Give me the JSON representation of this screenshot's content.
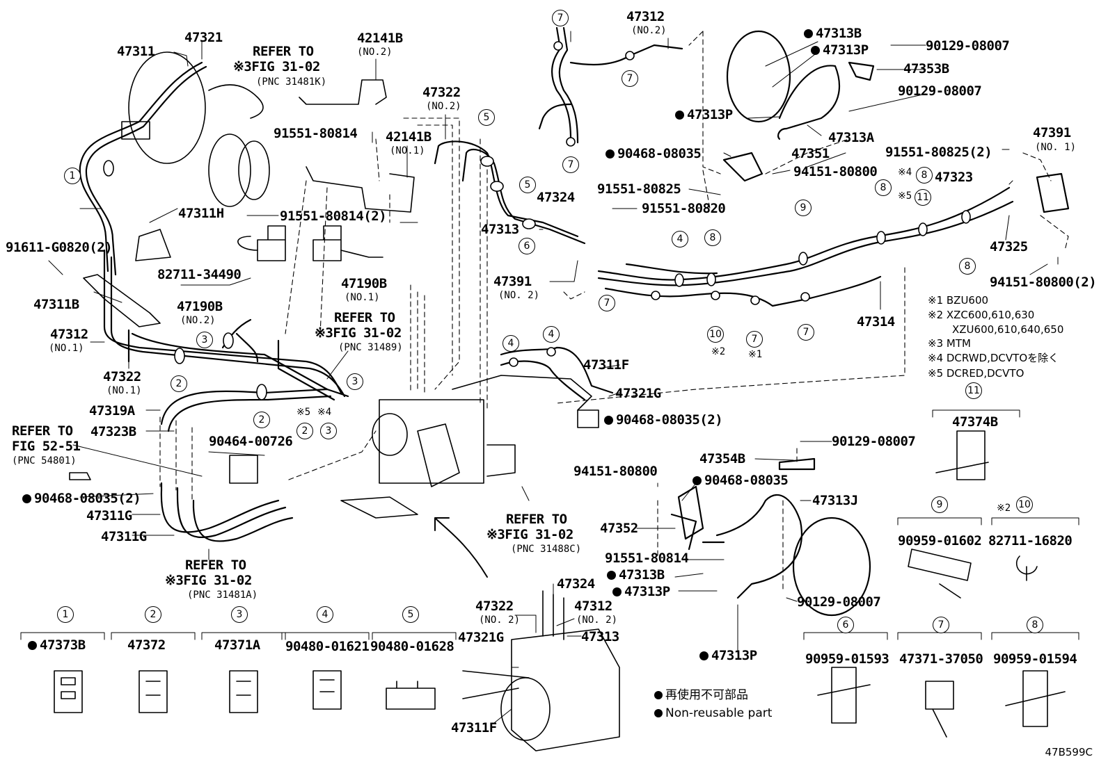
{
  "legend": {
    "mark_ja": "再使用不可部品",
    "mark_en": "Non-reusable part"
  },
  "diagram_code": "47B599C",
  "notes": {
    "n1": "※1 BZU600",
    "n2a": "※2 XZC600,610,630",
    "n2b": "XZU600,610,640,650",
    "n3": "※3 MTM",
    "n4": "※4 DCRWD,DCVTOを除く",
    "n5": "※5 DCRED,DCVTO"
  },
  "labels": {
    "p47311": "47311",
    "p47321": "47321",
    "p42141b": "42141B",
    "no2_a": "(NO.2)",
    "p47322_top": "47322",
    "no2_b": "(NO.2)",
    "p47312_top": "47312",
    "no2_c": "(NO.2)",
    "p47313b_top": "47313B",
    "p47313p_top": "47313P",
    "p90129_a": "90129-08007",
    "p47353b": "47353B",
    "p90129_b": "90129-08007",
    "p47313p_mid": "47313P",
    "p47313a": "47313A",
    "p91551_80814_a": "91551-80814",
    "p42141b_no1": "42141B",
    "no1_a": "(NO.1)",
    "p90468_a": "90468-08035",
    "p47351": "47351",
    "p91551_80825_a": "91551-80825(2)",
    "p47391_r": "47391",
    "no1_b": "(NO. 1)",
    "p94151_a": "94151-80800",
    "p47323": "47323",
    "p91551_80825_b": "91551-80825",
    "p47324": "47324",
    "p91551_80820": "91551-80820",
    "p47311h": "47311H",
    "p91551_80814_b": "91551-80814(2)",
    "p47313": "47313",
    "p91611": "91611-G0820(2)",
    "p82711_34490": "82711-34490",
    "p47325": "47325",
    "p47391_m": "47391",
    "no2_d": "(NO. 2)",
    "p94151_b": "94151-80800(2)",
    "p47190b_no2": "47190B",
    "no2_e": "(NO.2)",
    "p47190b_no1": "47190B",
    "no1_c": "(NO.1)",
    "p47311b": "47311B",
    "p47312_no1": "47312",
    "no1_d": "(NO.1)",
    "p47314": "47314",
    "refer_to": "REFER TO",
    "fig31_02": "FIG 31-02",
    "pnc_31481k": "(PNC 31481K)",
    "pnc_31489": "(PNC 31489)",
    "p47322_no1": "47322",
    "no1_e": "(NO.1)",
    "p47311f_top": "47311F",
    "p47321g_top": "47321G",
    "p47319a": "47319A",
    "p47323b": "47323B",
    "p90468_b": "90468-08035(2)",
    "refer_to_b": "REFER TO",
    "fig52_51": "FIG 52-51",
    "pnc_54801": "(PNC 54801)",
    "p90464": "90464-00726",
    "p90129_c": "90129-08007",
    "p47354b": "47354B",
    "p90468_c": "90468-08035(2)",
    "p94151_c": "94151-80800",
    "p90468_d": "90468-08035",
    "p47311g_a": "47311G",
    "p47311g_b": "47311G",
    "p47313j": "47313J",
    "refer_to_c": "REFER TO",
    "fig31_02_c": "FIG 31-02",
    "pnc_31488c": "(PNC 31488C)",
    "p47352": "47352",
    "p91551_80814_c": "91551-80814",
    "refer_to_d": "REFER TO",
    "fig31_02_d": "FIG 31-02",
    "pnc_31481a": "(PNC 31481A)",
    "p47313b_bot": "47313B",
    "p47313p_bot": "47313P",
    "p90129_d": "90129-08007",
    "p47324_bot": "47324",
    "p47322_bot": "47322",
    "no2_f": "(NO. 2)",
    "p47312_bot": "47312",
    "no2_g": "(NO. 2)",
    "p47321g_bot": "47321G",
    "p47313_bot": "47313",
    "p47311f_bot": "47311F",
    "p47313p_low": "47313P",
    "k1": "47373B",
    "k2": "47372",
    "k3": "47371A",
    "k4": "90480-01621",
    "k5": "90480-01628",
    "k6": "90959-01593",
    "k7": "47371-37050",
    "k8": "90959-01594",
    "k9": "90959-01602",
    "k10": "82711-16820",
    "k11": "47374B",
    "x3": "※3",
    "x4": "※4",
    "x5": "※5",
    "x2": "※2",
    "x1": "※1"
  }
}
